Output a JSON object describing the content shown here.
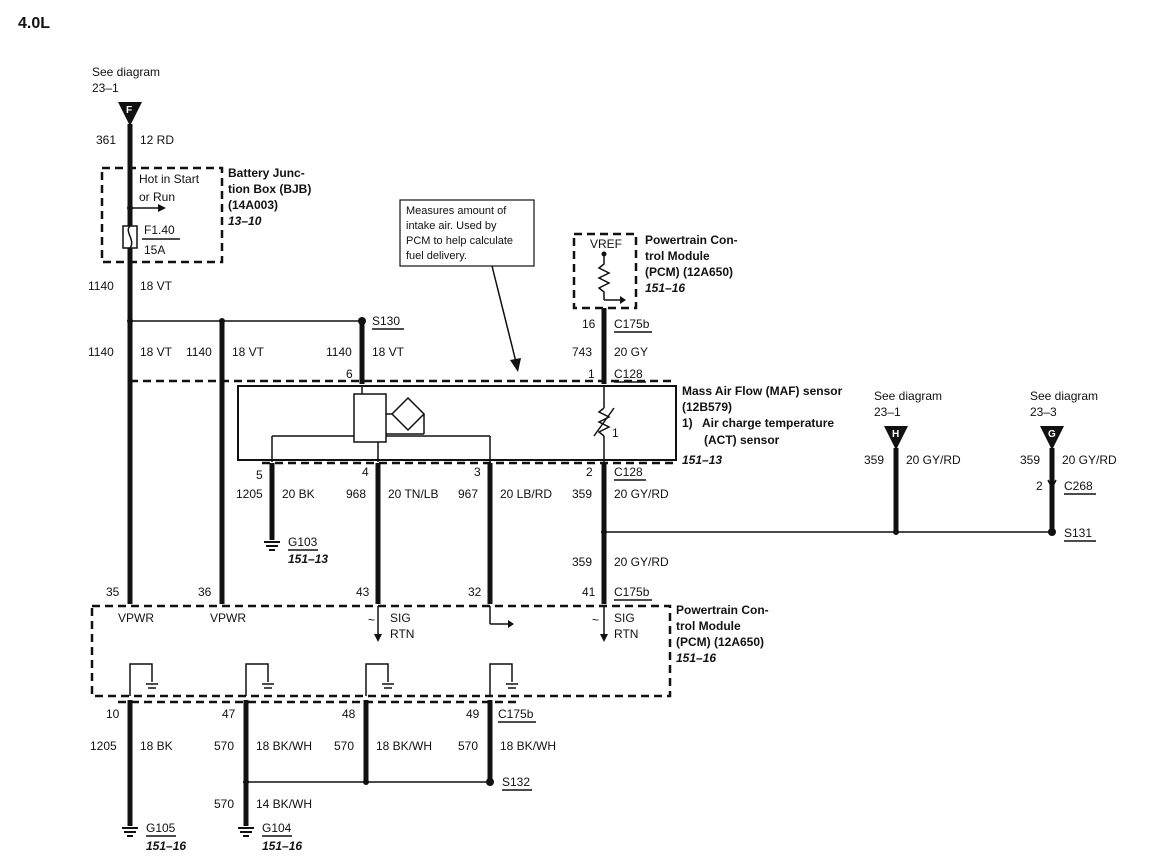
{
  "title": "4.0L",
  "refs": {
    "see_diagram": "See diagram",
    "top_ref": "23–1",
    "h_ref": "23–1",
    "g_ref": "23–3",
    "f_letter": "F",
    "h_letter": "H",
    "g_letter": "G"
  },
  "bjb": {
    "line1": "Battery Junc-",
    "line2": "tion Box (BJB)",
    "line3": "(14A003)",
    "line4": "13–10",
    "hot1": "Hot in Start",
    "hot2": "or Run",
    "fuse": "F1.40",
    "amps": "15A"
  },
  "annotation": {
    "line1": "Measures amount of",
    "line2": "intake air. Used by",
    "line3": "PCM to help calculate",
    "line4": "fuel delivery."
  },
  "pcm_top": {
    "line1": "Powertrain Con-",
    "line2": "trol Module",
    "line3": "(PCM) (12A650)",
    "line4": "151–16",
    "vref": "VREF"
  },
  "maf": {
    "line1": "Mass Air Flow (MAF) sensor",
    "line2": "(12B579)",
    "line3": "1)",
    "line4": "Air charge temperature",
    "line5": "(ACT) sensor",
    "line6": "151–13",
    "resistor_num": "1"
  },
  "pcm_bottom": {
    "line1": "Powertrain Con-",
    "line2": "trol Module",
    "line3": "(PCM) (12A650)",
    "line4": "151–16",
    "vpwr": "VPWR",
    "sig": "SIG",
    "rtn": "RTN",
    "tilde": "~"
  },
  "labels": {
    "c361": "361",
    "c361c": "12 RD",
    "c1140": "1140",
    "c18vt": "18 VT",
    "s130": "S130",
    "p16": "16",
    "c175b": "C175b",
    "c743": "743",
    "c20gy": "20 GY",
    "p6": "6",
    "p1": "1",
    "c128": "C128",
    "p5": "5",
    "p4": "4",
    "p3": "3",
    "p2": "2",
    "c1205": "1205",
    "c20bk": "20 BK",
    "c968": "968",
    "c20tnlb": "20 TN/LB",
    "c967": "967",
    "c20lbrd": "20 LB/RD",
    "c359": "359",
    "c20gyrd": "20 GY/RD",
    "g103": "G103",
    "g103ref": "151–13",
    "c268": "C268",
    "p2b": "2",
    "s131": "S131",
    "p35": "35",
    "p36": "36",
    "p43": "43",
    "p32": "32",
    "p41": "41",
    "p10": "10",
    "p47": "47",
    "p48": "48",
    "p49": "49",
    "c18bk": "18 BK",
    "c570": "570",
    "c18bkwh": "18 BK/WH",
    "s132": "S132",
    "c14bkwh": "14 BK/WH",
    "g105": "G105",
    "g104": "G104",
    "gref": "151–16"
  }
}
